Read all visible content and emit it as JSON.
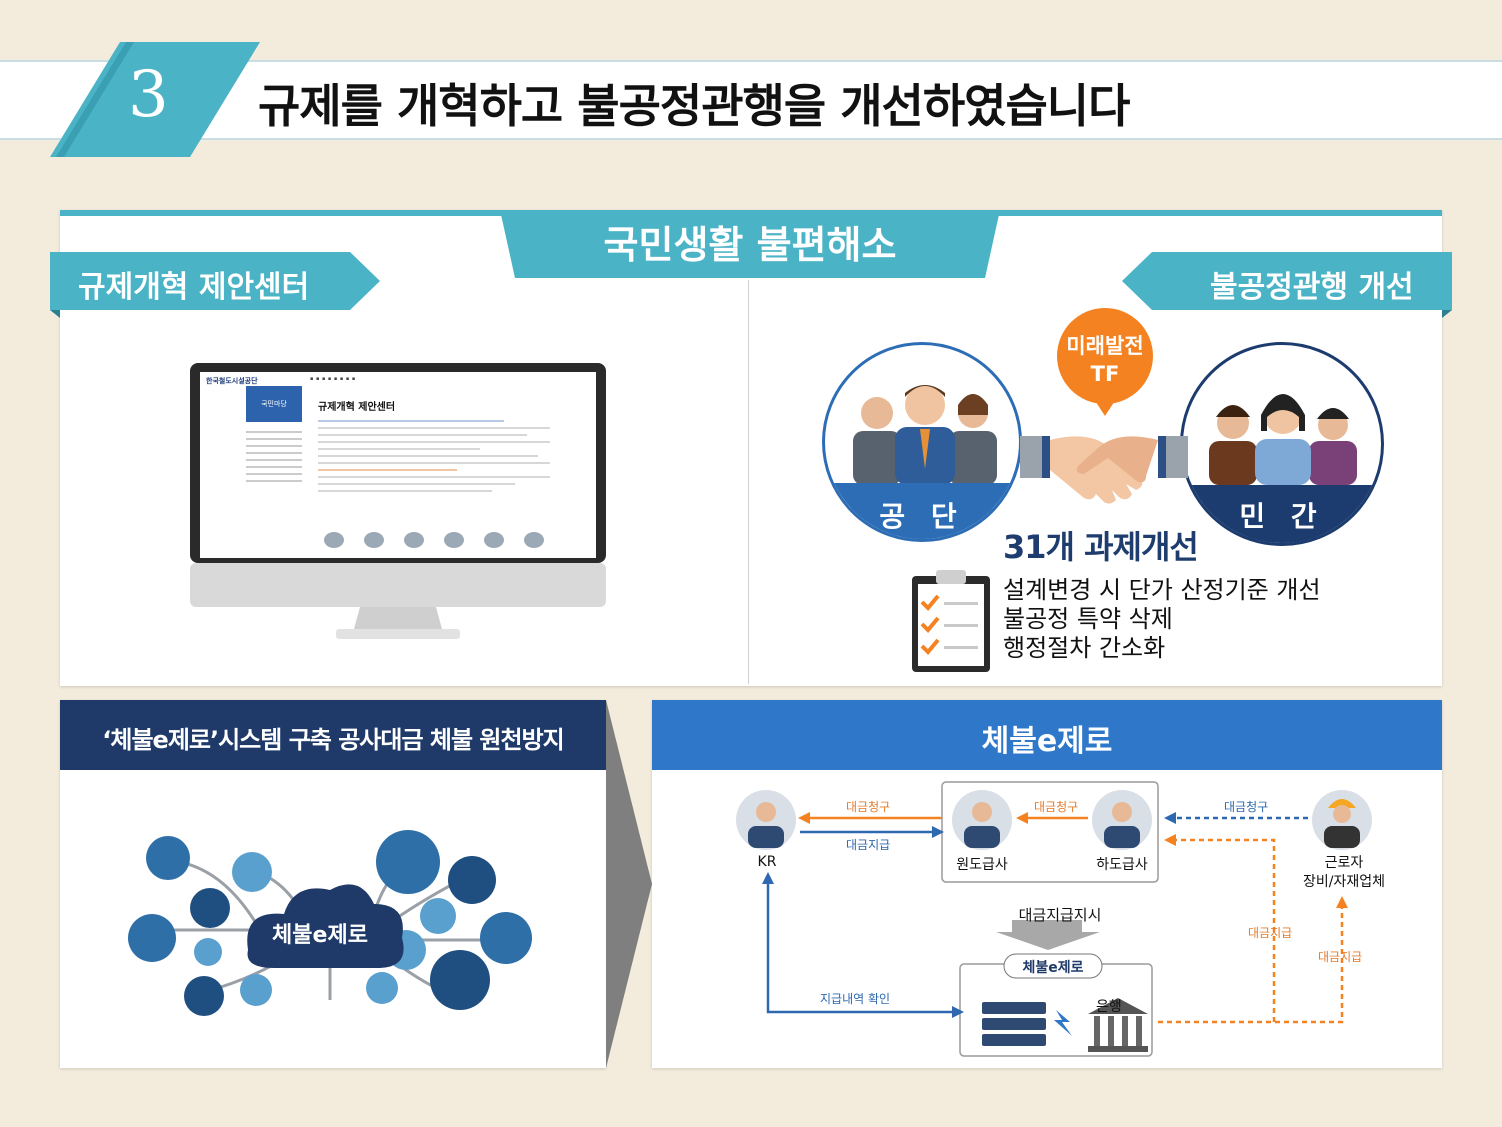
{
  "header": {
    "number": "3",
    "title": "규제를 개혁하고 불공정관행을 개선하였습니다"
  },
  "top_section": {
    "banner": "국민생활 불편해소",
    "left_ribbon": "규제개혁 제안센터",
    "right_ribbon": "불공정관행 개선",
    "website": {
      "logo": "한국철도시설공단",
      "side_header": "국민마당",
      "page_title": "규제개혁 제안센터"
    },
    "tf_bubble": [
      "미래발전",
      "TF"
    ],
    "left_circle": "공 단",
    "right_circle": "민 간",
    "tasks_title": "31개 과제개선",
    "tasks": [
      "설계변경 시 단가 산정기준 개선",
      "불공정 특약 삭제",
      "행정절차 간소화"
    ]
  },
  "bottom_left": {
    "title": "‘체불e제로’시스템 구축 공사대금 체불 원천방지",
    "cloud_label": "체불e제로"
  },
  "bottom_right": {
    "title": "체불e제로",
    "nodes": {
      "kr": "KR",
      "prime": "원도급사",
      "sub": "하도급사",
      "worker_1": "근로자",
      "worker_2": "장비/자재업체",
      "bank": "은행",
      "system": "체불e제로"
    },
    "labels": {
      "claim_1": "대금청구",
      "pay_1": "대금지급",
      "claim_2": "대금청구",
      "claim_3": "대금청구",
      "instruct": "대금지급지시",
      "verify": "지급내역 확인",
      "pay_2": "대금지급",
      "pay_3": "대금지급"
    }
  },
  "colors": {
    "teal": "#4bb3c6",
    "navy": "#1f3a69",
    "blue": "#2e77c9",
    "orange": "#f58220",
    "background": "#f3ecdd"
  }
}
